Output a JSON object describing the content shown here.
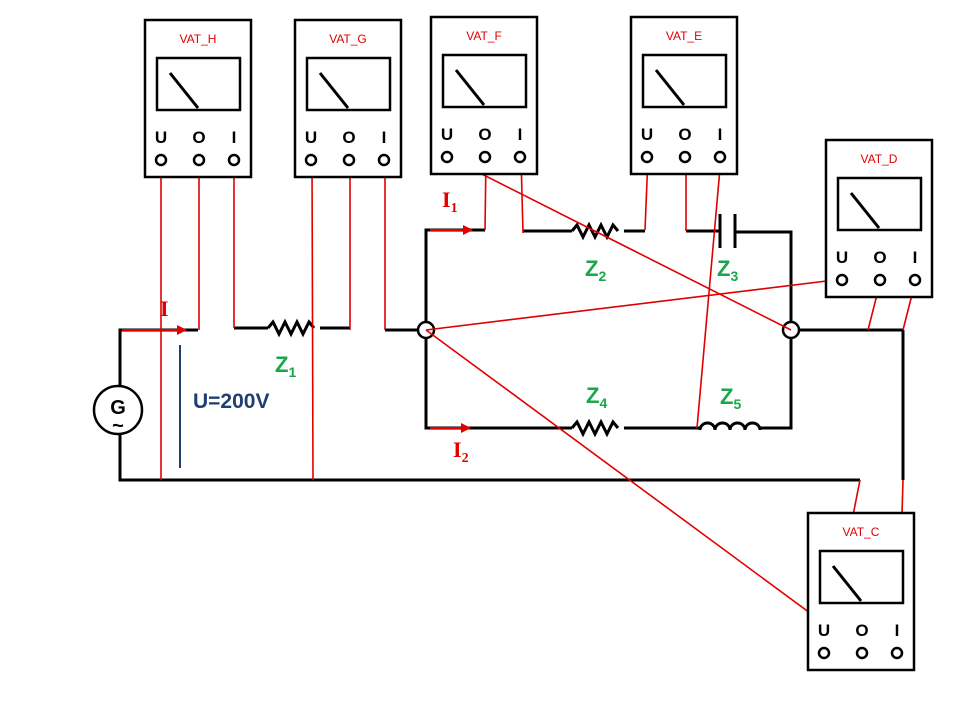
{
  "meters": [
    {
      "name": "VAT_H",
      "terminals": [
        "U",
        "O",
        "I"
      ]
    },
    {
      "name": "VAT_G",
      "terminals": [
        "U",
        "O",
        "I"
      ]
    },
    {
      "name": "VAT_F",
      "terminals": [
        "U",
        "O",
        "I"
      ]
    },
    {
      "name": "VAT_E",
      "terminals": [
        "U",
        "O",
        "I"
      ]
    },
    {
      "name": "VAT_D",
      "terminals": [
        "U",
        "O",
        "I"
      ]
    },
    {
      "name": "VAT_C",
      "terminals": [
        "U",
        "O",
        "I"
      ]
    }
  ],
  "components": {
    "z1": {
      "main": "Z",
      "sub": "1"
    },
    "z2": {
      "main": "Z",
      "sub": "2"
    },
    "z3": {
      "main": "Z",
      "sub": "3"
    },
    "z4": {
      "main": "Z",
      "sub": "4"
    },
    "z5": {
      "main": "Z",
      "sub": "5"
    }
  },
  "currents": {
    "i": {
      "main": "I",
      "sub": ""
    },
    "i1": {
      "main": "I",
      "sub": "1"
    },
    "i2": {
      "main": "I",
      "sub": "2"
    }
  },
  "source": {
    "symbol": "G",
    "ac_symbol": "~",
    "voltage_label": "U=200V"
  },
  "colors": {
    "wire": "#000000",
    "probe_wire": "#e00000",
    "component_label": "#1aa64a",
    "voltage_label": "#1f3f73"
  }
}
